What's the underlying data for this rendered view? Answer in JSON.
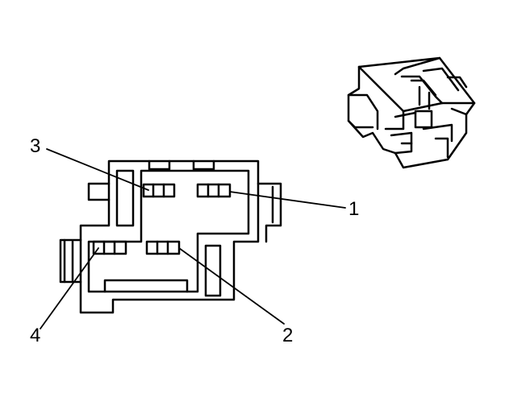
{
  "callouts": [
    {
      "id": "pin-1",
      "label": "1"
    },
    {
      "id": "pin-2",
      "label": "2"
    },
    {
      "id": "pin-3",
      "label": "3"
    },
    {
      "id": "pin-4",
      "label": "4"
    }
  ],
  "colors": {
    "line": "#000000",
    "background": "#ffffff"
  }
}
